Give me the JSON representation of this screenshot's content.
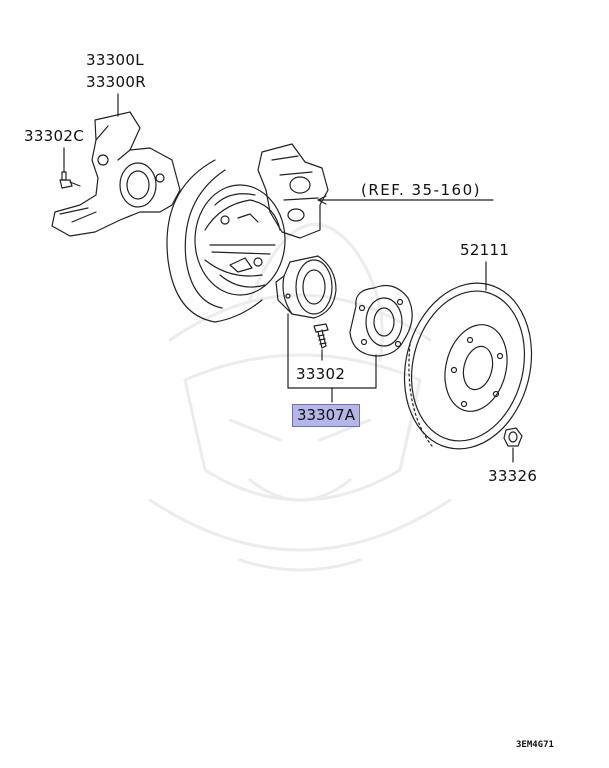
{
  "diagram": {
    "labels": {
      "knuckle_l": "33300L",
      "knuckle_r": "33300R",
      "bolt_c": "33302C",
      "ref": "(REF. 35-160)",
      "rotor": "52111",
      "stud": "33302",
      "hub_assembly": "33307A",
      "nut": "33326"
    },
    "highlight_color": "#b4b6e8",
    "footer_code": "3EM4G71"
  }
}
